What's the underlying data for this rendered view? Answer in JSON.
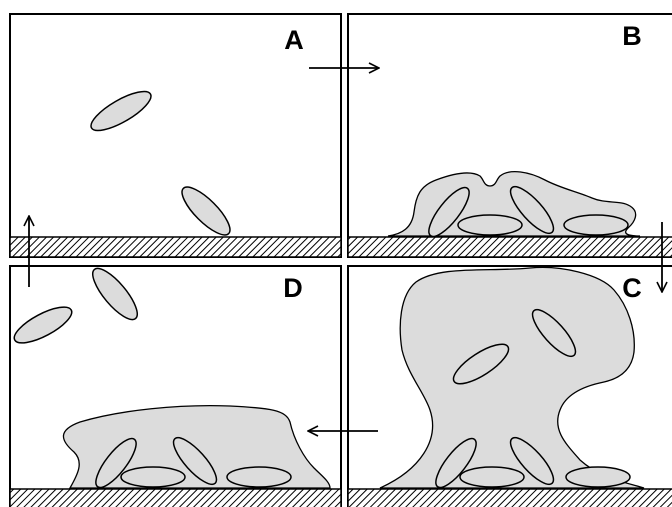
{
  "panels": {
    "a": {
      "label": "A"
    },
    "b": {
      "label": "B"
    },
    "c": {
      "label": "C"
    },
    "d": {
      "label": "D"
    }
  },
  "colors": {
    "fill_gray": "#dcdcdc",
    "stroke": "#000000",
    "background": "#ffffff"
  }
}
